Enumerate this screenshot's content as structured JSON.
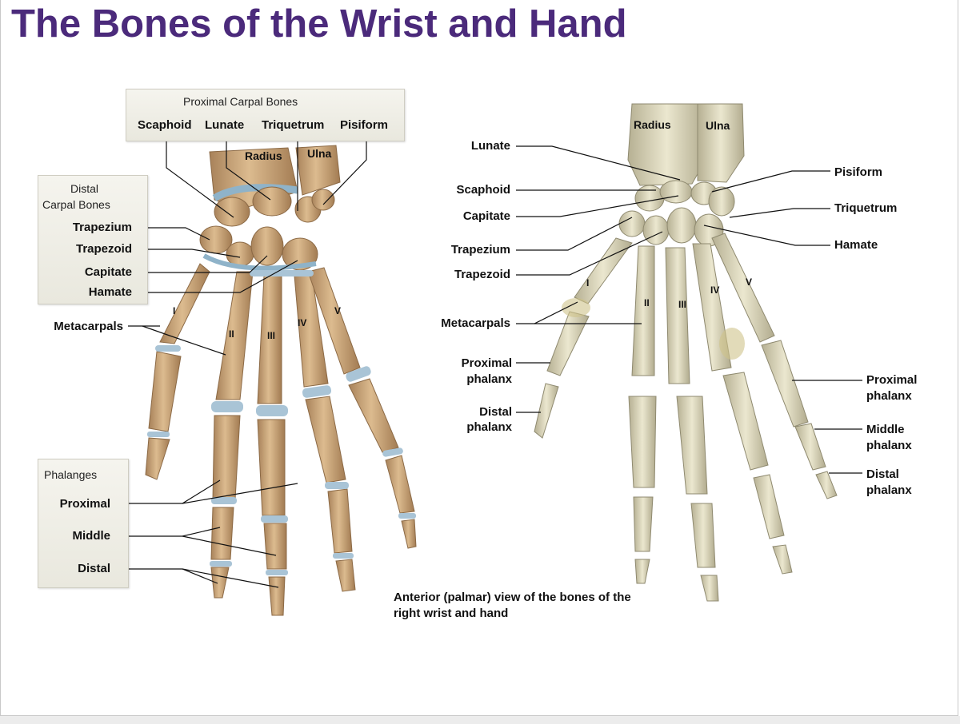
{
  "title": "The Bones of the Wrist and Hand",
  "caption": "Anterior (palmar) view of the bones of the right wrist and hand",
  "left_figure": {
    "proximal_header": "Proximal Carpal Bones",
    "proximal_bones": [
      "Scaphoid",
      "Lunate",
      "Triquetrum",
      "Pisiform"
    ],
    "forearm": [
      "Radius",
      "Ulna"
    ],
    "distal_header_line1": "Distal",
    "distal_header_line2": "Carpal Bones",
    "distal_bones": [
      "Trapezium",
      "Trapezoid",
      "Capitate",
      "Hamate"
    ],
    "metacarpals": "Metacarpals",
    "numerals": [
      "I",
      "II",
      "III",
      "IV",
      "V"
    ],
    "phalanges_header": "Phalanges",
    "phalanges": [
      "Proximal",
      "Middle",
      "Distal"
    ]
  },
  "right_figure": {
    "forearm": [
      "Radius",
      "Ulna"
    ],
    "left_labels": [
      "Lunate",
      "Scaphoid",
      "Capitate",
      "Trapezium",
      "Trapezoid",
      "Metacarpals"
    ],
    "proximal_phalanx": [
      "Proximal",
      "phalanx"
    ],
    "distal_phalanx": [
      "Distal",
      "phalanx"
    ],
    "right_labels": [
      "Pisiform",
      "Triquetrum",
      "Hamate"
    ],
    "right_proximal_phalanx": [
      "Proximal",
      "phalanx"
    ],
    "right_middle_phalanx": [
      "Middle",
      "phalanx"
    ],
    "right_distal_phalanx": [
      "Distal",
      "phalanx"
    ],
    "numerals": [
      "I",
      "II",
      "III",
      "IV",
      "V"
    ]
  },
  "colors": {
    "title": "#4b2a7b",
    "bone_illustration": "#c9a47a",
    "cartilage": "#a9c4d6",
    "bone_photo": "#d9d4b4"
  }
}
